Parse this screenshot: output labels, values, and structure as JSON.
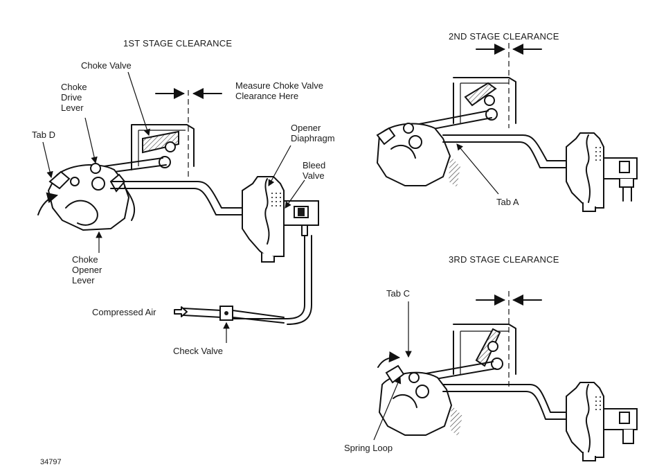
{
  "stage1": {
    "title": "1ST STAGE CLEARANCE",
    "choke_valve": "Choke Valve",
    "choke_drive_lever": [
      "Choke",
      "Drive",
      "Lever"
    ],
    "measure_note": [
      "Measure Choke Valve",
      "Clearance Here"
    ],
    "tab_d": "Tab D",
    "opener_diaphragm": [
      "Opener",
      "Diaphragm"
    ],
    "bleed_valve": [
      "Bleed",
      "Valve"
    ],
    "choke_opener_lever": [
      "Choke",
      "Opener",
      "Lever"
    ],
    "compressed_air": "Compressed Air",
    "check_valve": "Check Valve"
  },
  "stage2": {
    "title": "2ND STAGE CLEARANCE",
    "tab_a": "Tab A"
  },
  "stage3": {
    "title": "3RD STAGE CLEARANCE",
    "tab_c": "Tab C",
    "spring_loop": "Spring Loop"
  },
  "figure_number": "34797"
}
